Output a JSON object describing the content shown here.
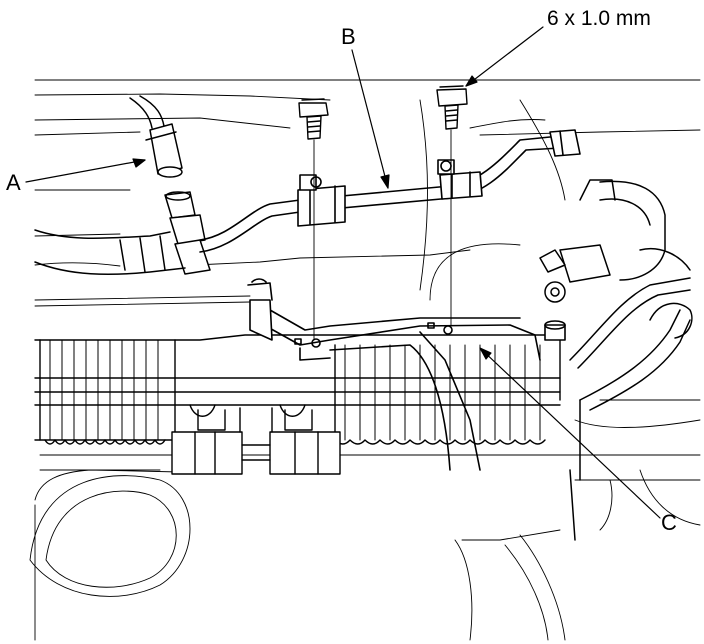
{
  "callouts": {
    "a": "A",
    "b": "B",
    "c": "C",
    "bolt_size": "6 x 1.0 mm"
  },
  "colors": {
    "ink": "#000000",
    "paper": "#ffffff"
  }
}
